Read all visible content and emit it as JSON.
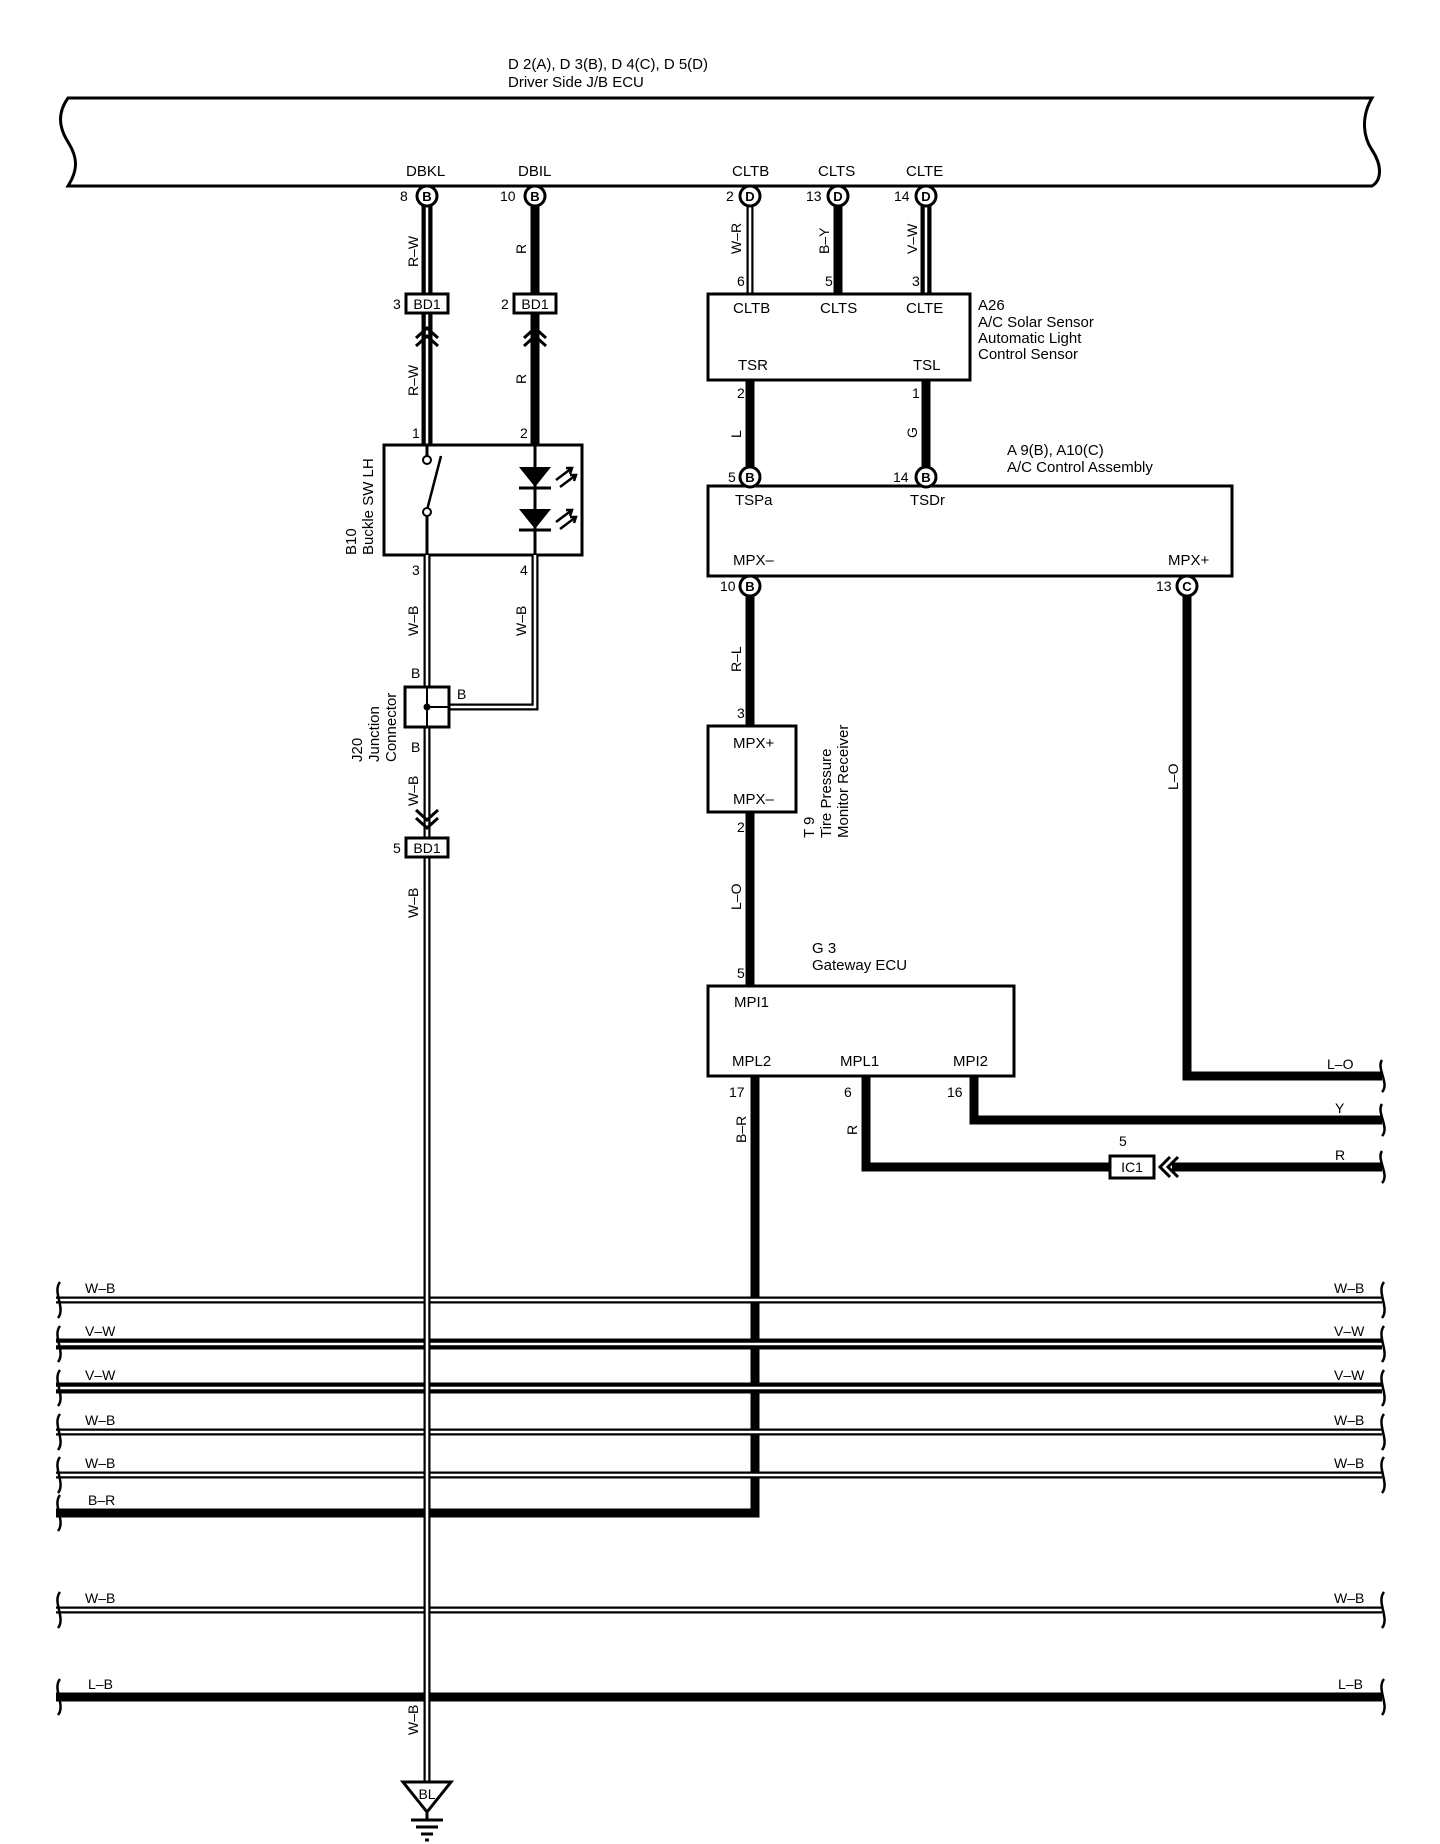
{
  "ecu": {
    "name": "D 2(A), D 3(B), D 4(C), D 5(D)",
    "desc": "Driver Side J/B ECU",
    "terminals": [
      "DBKL",
      "DBIL",
      "CLTB",
      "CLTS",
      "CLTE"
    ]
  },
  "ecu_pins": [
    {
      "num": "8",
      "letter": "B"
    },
    {
      "num": "10",
      "letter": "B"
    },
    {
      "num": "2",
      "letter": "D"
    },
    {
      "num": "13",
      "letter": "D"
    },
    {
      "num": "14",
      "letter": "D"
    }
  ],
  "wires": {
    "rw": "R–W",
    "r": "R",
    "wr": "W–R",
    "by": "B–Y",
    "vw": "V–W",
    "l": "L",
    "g": "G",
    "rl": "R–L",
    "lo": "L–O",
    "br": "B–R",
    "wb": "W–B",
    "y": "Y"
  },
  "bd1": {
    "label": "BD1",
    "pin_a": "3",
    "pin_b": "2",
    "pin_c": "5"
  },
  "buckle": {
    "name": "B10",
    "desc": "Buckle SW LH",
    "pin1": "1",
    "pin2": "2",
    "pin3": "3",
    "pin4": "4"
  },
  "junction": {
    "name": "J20",
    "desc1": "Junction",
    "desc2": "Connector",
    "pinB": "B"
  },
  "sensor": {
    "name": "A26",
    "desc1": "A/C Solar Sensor",
    "desc2": "Automatic Light",
    "desc3": "Control Sensor",
    "top_terms": [
      "CLTB",
      "CLTS",
      "CLTE"
    ],
    "top_pins": [
      "6",
      "5",
      "3"
    ],
    "bottom_terms": [
      "TSR",
      "TSL"
    ],
    "bottom_pins": [
      "2",
      "1"
    ]
  },
  "ac": {
    "name": "A 9(B), A10(C)",
    "desc": "A/C Control Assembly",
    "tspa": "TSPa",
    "tsdr": "TSDr",
    "mpxm": "MPX–",
    "mpxp": "MPX+",
    "pin5": "5",
    "pin14": "14",
    "pin10": "10",
    "pin13": "13",
    "letterB": "B",
    "letterC": "C"
  },
  "tpms": {
    "name": "T 9",
    "desc1": "Tire Pressure",
    "desc2": "Monitor Receiver",
    "mpxp": "MPX+",
    "mpxm": "MPX–",
    "pin3": "3",
    "pin2": "2"
  },
  "gateway": {
    "name": "G 3",
    "desc": "Gateway ECU",
    "mpi1": "MPI1",
    "mpl2": "MPL2",
    "mpl1": "MPL1",
    "mpi2": "MPI2",
    "pin5": "5",
    "pin17": "17",
    "pin6": "6",
    "pin16": "16"
  },
  "ic1": {
    "label": "IC1",
    "pin": "5"
  },
  "right_labels": [
    "L–O",
    "Y",
    "R"
  ],
  "bus_lines": [
    {
      "label": "W–B",
      "style": "double"
    },
    {
      "label": "V–W",
      "style": "double-thick"
    },
    {
      "label": "V–W",
      "style": "double-thick"
    },
    {
      "label": "W–B",
      "style": "double"
    },
    {
      "label": "W–B",
      "style": "double"
    },
    {
      "label": "B–R",
      "style": "solid"
    },
    {
      "label": "W–B",
      "style": "double"
    },
    {
      "label": "L–B",
      "style": "solid"
    }
  ],
  "ground": {
    "label": "BL"
  }
}
